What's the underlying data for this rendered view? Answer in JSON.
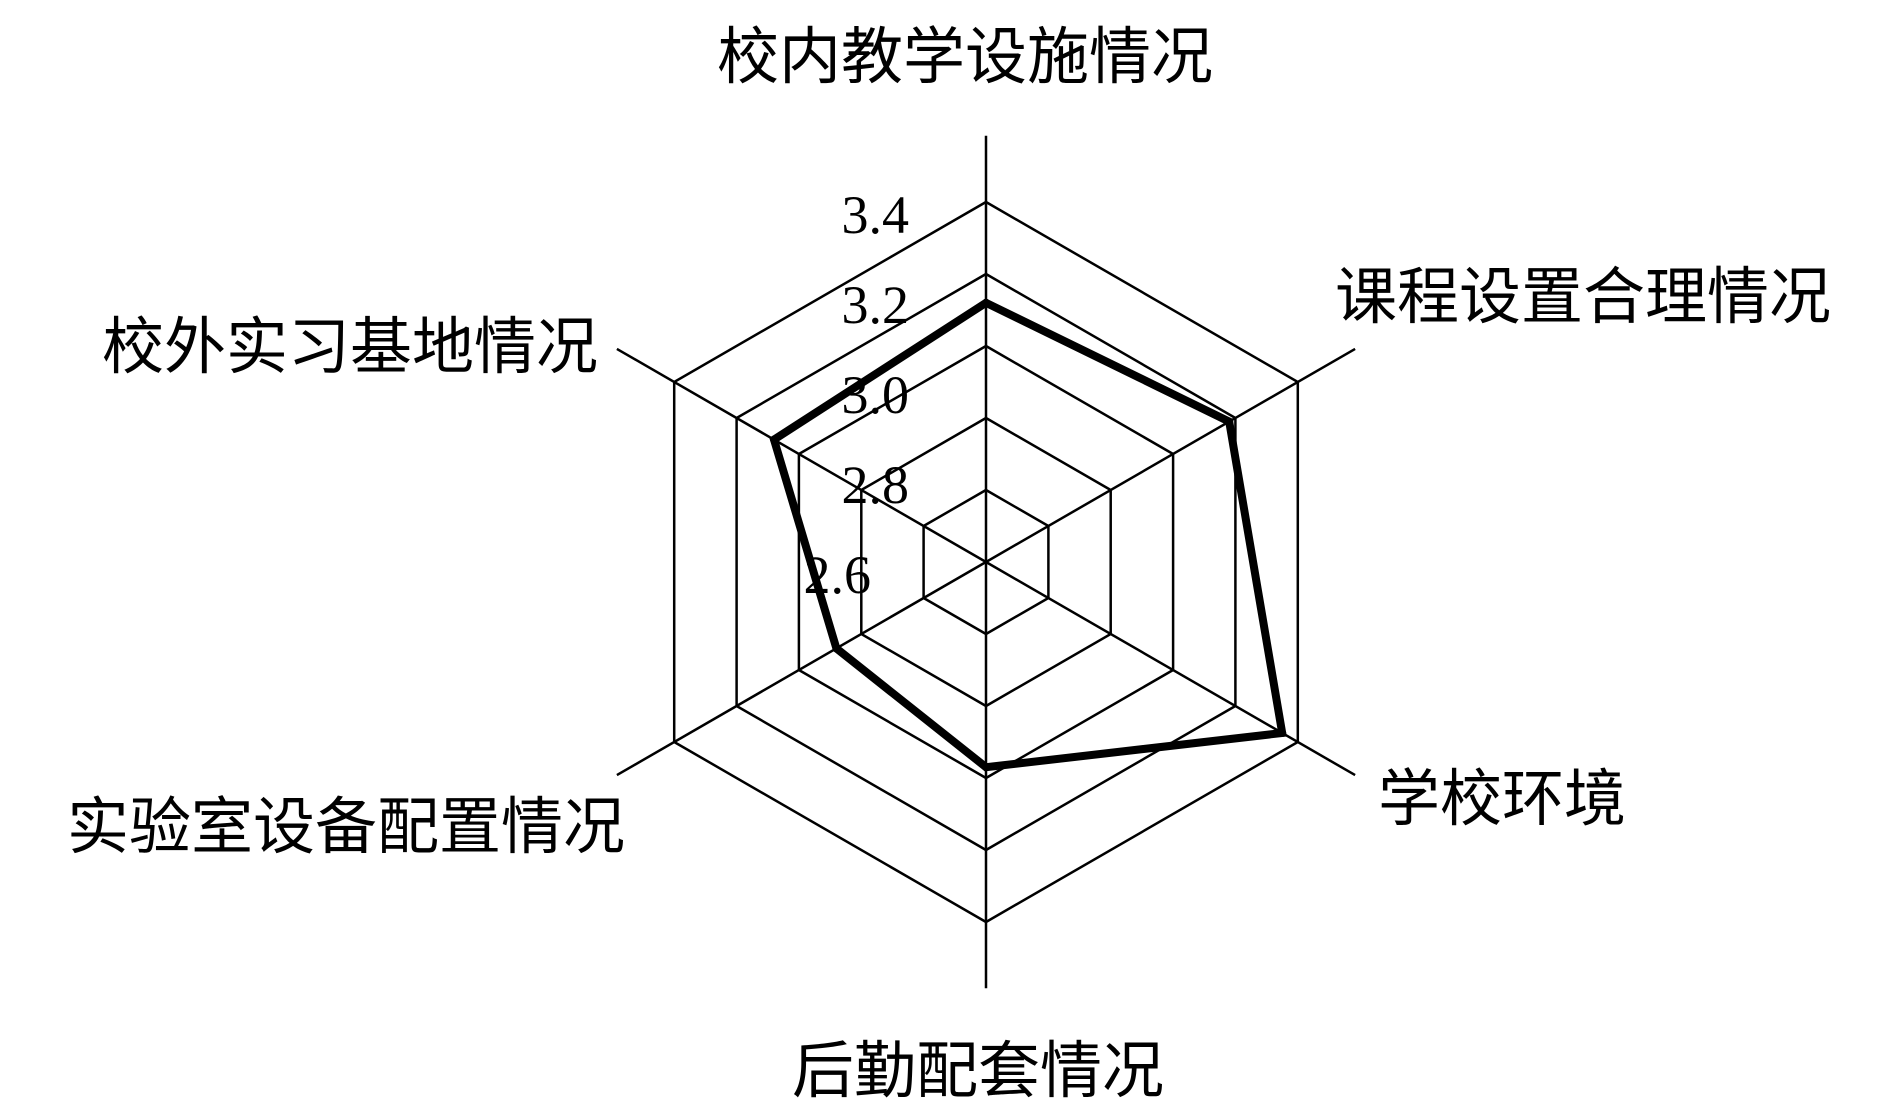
{
  "chart_data": {
    "type": "radar",
    "categories": [
      "校内教学设施情况",
      "课程设置合理情况",
      "学校环境",
      "后勤配套情况",
      "实验室设备配置情况",
      "校外实习基地情况"
    ],
    "series": [
      {
        "values": [
          3.12,
          3.18,
          3.35,
          2.97,
          2.88,
          3.08
        ]
      }
    ],
    "axis_ticks": [
      "2.6",
      "2.8",
      "3.0",
      "3.2",
      "3.4"
    ],
    "rlim": [
      2.4,
      3.4
    ],
    "grid": true,
    "legend": "none",
    "colors": {
      "series": "#000000",
      "grid": "#000000",
      "text": "#000000"
    }
  }
}
